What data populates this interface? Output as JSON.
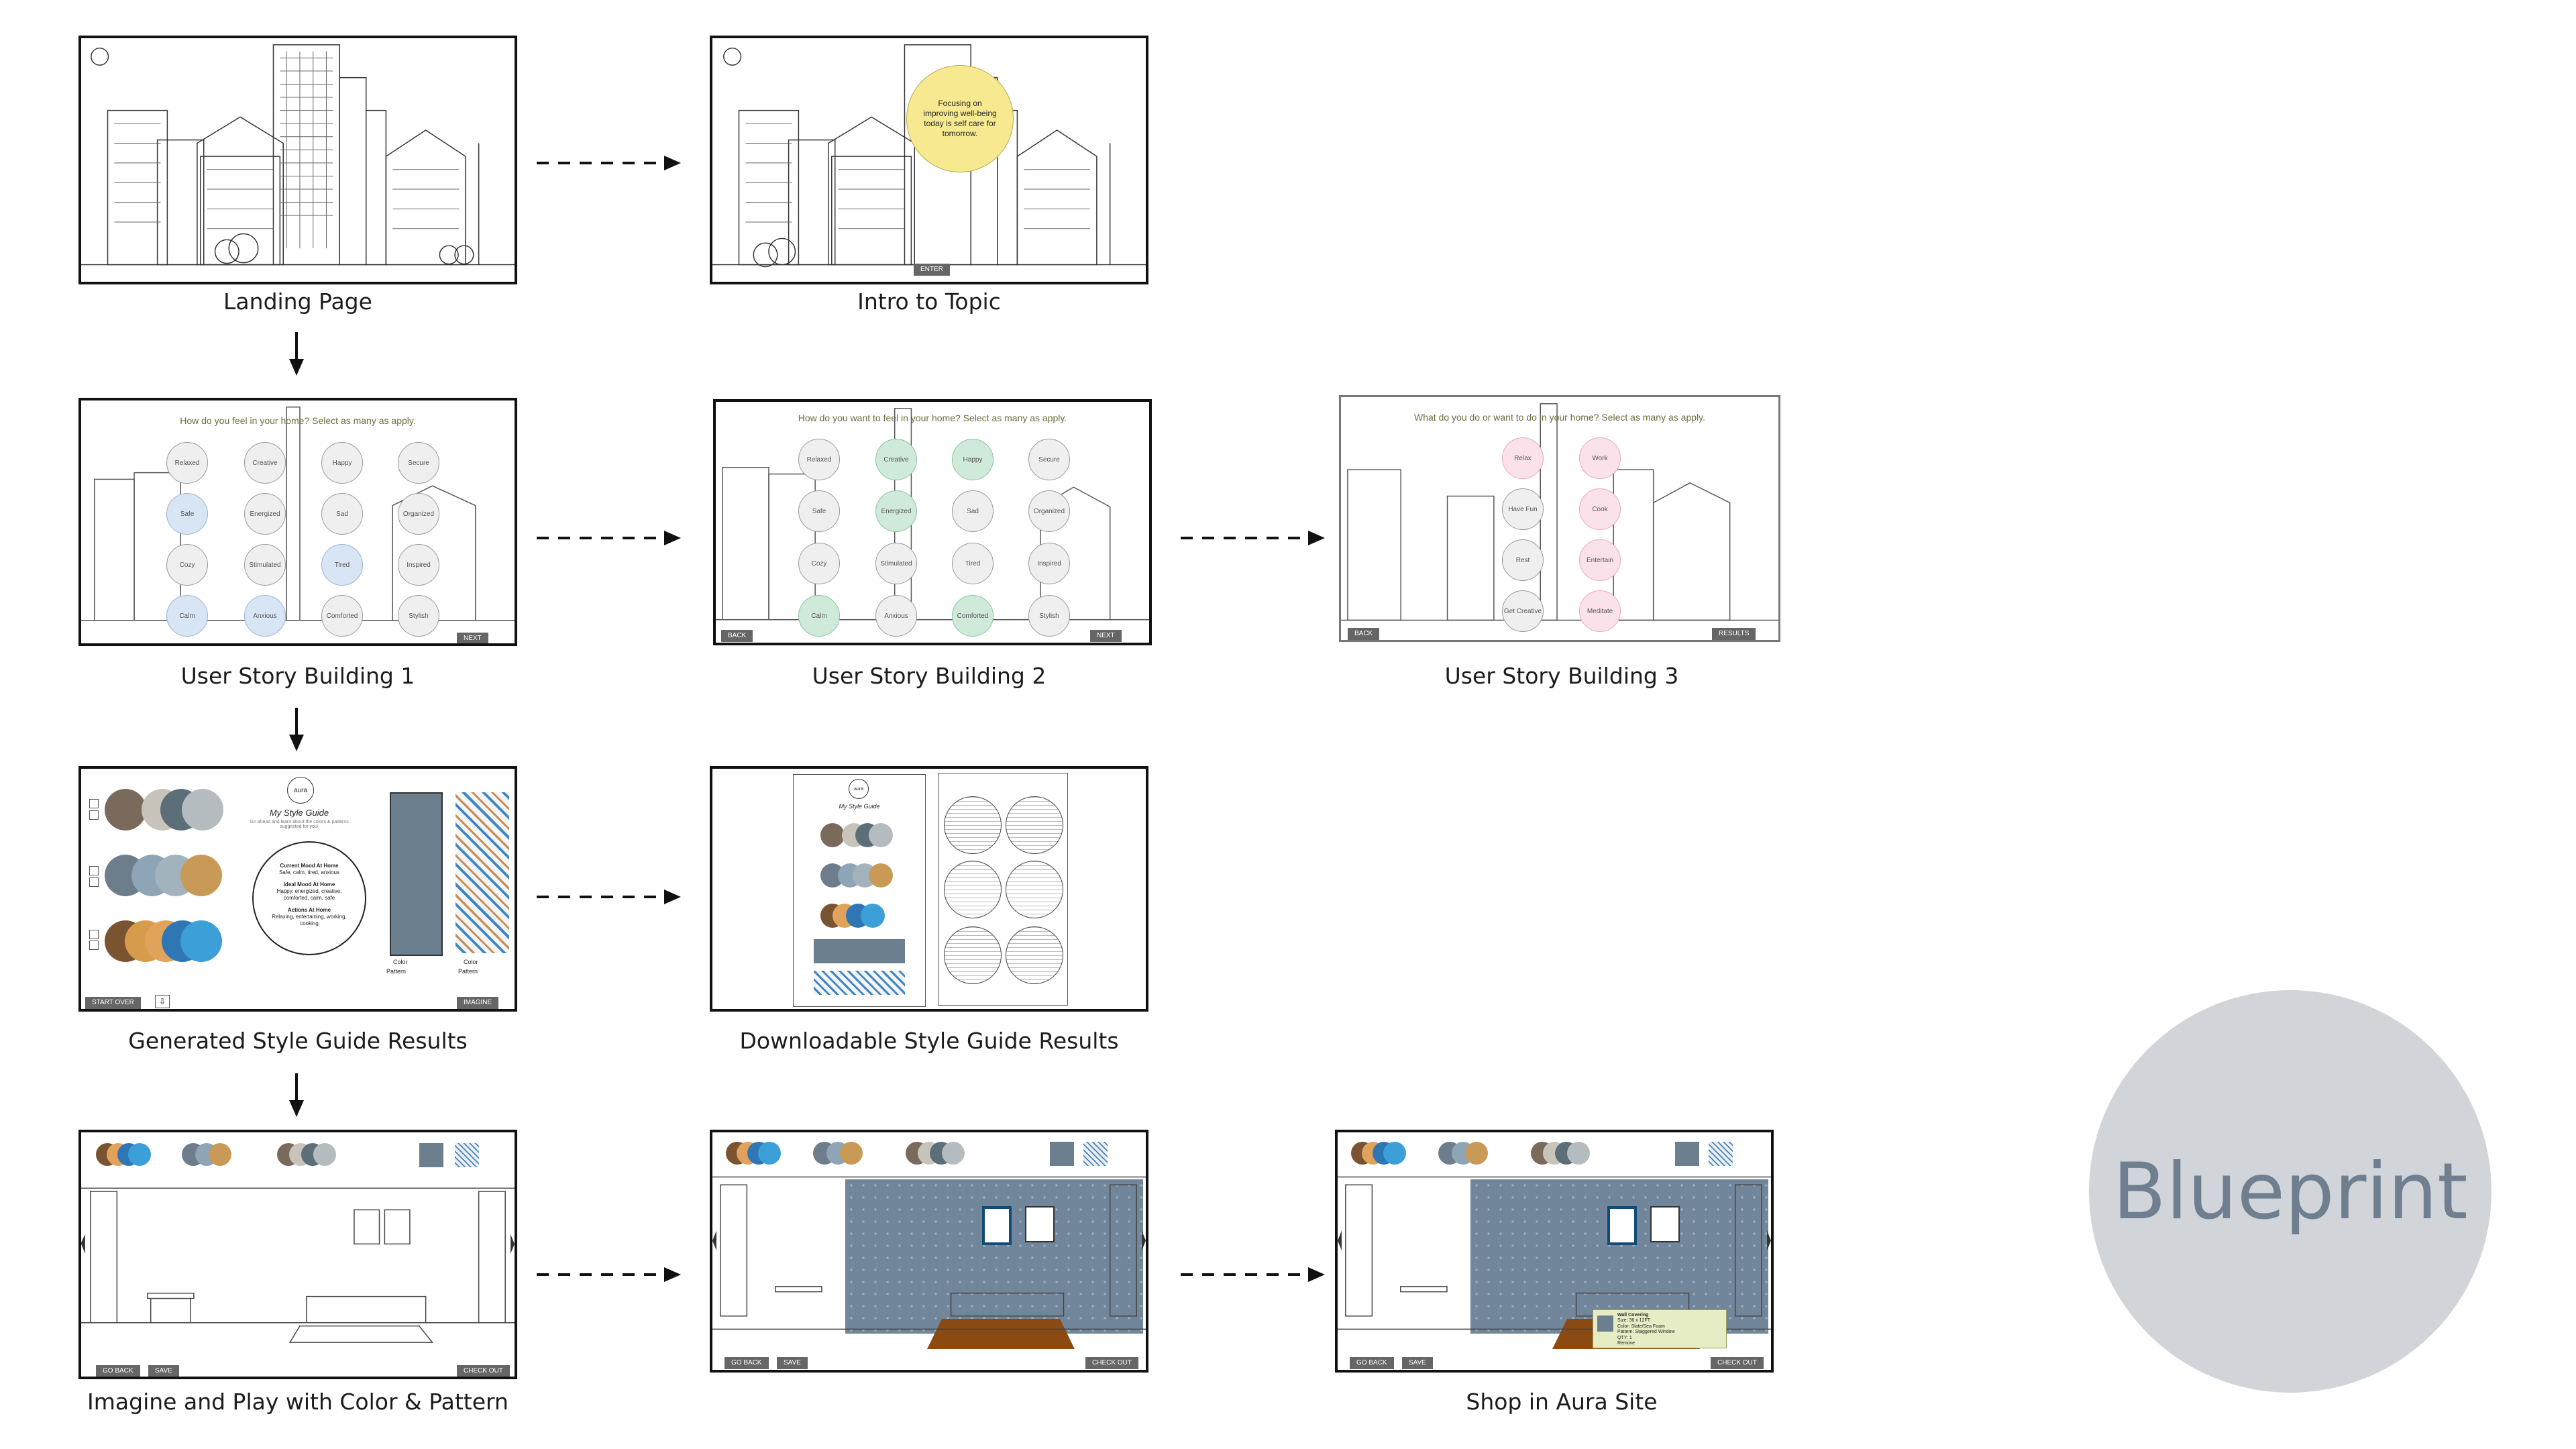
{
  "captions": {
    "landing": "Landing Page",
    "intro": "Intro to Topic",
    "usb1": "User Story Building 1",
    "usb2": "User Story Building 2",
    "usb3": "User Story Building 3",
    "generated": "Generated Style Guide Results",
    "downloadable": "Downloadable Style Guide Results",
    "imagine": "Imagine and Play with Color & Pattern",
    "shop": "Shop in Aura Site"
  },
  "intro_bubble": "Focusing on improving well-being today is self care for tomorrow.",
  "buttons": {
    "enter": "ENTER",
    "next": "NEXT",
    "back": "BACK",
    "results": "RESULTS",
    "start_over": "START OVER",
    "imagine": "IMAGINE",
    "go_back": "GO BACK",
    "save": "SAVE",
    "check_out": "CHECK OUT"
  },
  "logo": "aura",
  "usb1": {
    "question": "How do you feel in your home? Select as many as apply.",
    "options": [
      "Relaxed",
      "Creative",
      "Happy",
      "Secure",
      "Safe",
      "Energized",
      "Sad",
      "Organized",
      "Cozy",
      "Stimulated",
      "Tired",
      "Inspired",
      "Calm",
      "Anxious",
      "Comforted",
      "Stylish"
    ],
    "selected": [
      "Safe",
      "Tired",
      "Calm",
      "Anxious"
    ]
  },
  "usb2": {
    "question": "How do you want to feel in your home? Select as many as apply.",
    "options": [
      "Relaxed",
      "Creative",
      "Happy",
      "Secure",
      "Safe",
      "Energized",
      "Sad",
      "Organized",
      "Cozy",
      "Stimulated",
      "Tired",
      "Inspired",
      "Calm",
      "Anxious",
      "Comforted",
      "Stylish"
    ],
    "selected": [
      "Creative",
      "Happy",
      "Energized",
      "Calm",
      "Comforted"
    ]
  },
  "usb3": {
    "question": "What do you do or want to do in your home? Select as many as apply.",
    "options": [
      "Relax",
      "Work",
      "Have Fun",
      "Cook",
      "Rest",
      "Entertain",
      "Get Creative",
      "Meditate"
    ],
    "selected": [
      "Relax",
      "Work",
      "Cook",
      "Entertain",
      "Meditate"
    ]
  },
  "style_guide": {
    "title": "My Style Guide",
    "subtitle": "Go ahead and learn about the colors & patterns suggested for you!",
    "current_mood_title": "Current Mood At Home",
    "current_mood": "Safe, calm, tired, anxious",
    "ideal_mood_title": "Ideal Mood At Home",
    "ideal_mood": "Happy, energized, creative, comforted, calm, safe",
    "actions_title": "Actions At Home",
    "actions": "Relaxing, entertaining, working, cooking",
    "color_label": "Color",
    "pattern_label": "Pattern"
  },
  "palettes": [
    [
      "#7a6a5c",
      "#c9c4bb",
      "#5c6f79",
      "#b5bcc0"
    ],
    [
      "#6d7d8b",
      "#8ea4b7",
      "#a3b3bd",
      "#c99a57"
    ],
    [
      "#7a5330",
      "#d79b4c",
      "#e1a35c",
      "#2f77b4",
      "#3d9fd8"
    ]
  ],
  "shop_tooltip": [
    "Wall Covering",
    "Size: 36 x 12FT",
    "Color: Slate/Sea Foam",
    "Pattern: Staggered Window",
    "QTY: 1",
    "Remove"
  ],
  "blueprint_label": "Blueprint"
}
